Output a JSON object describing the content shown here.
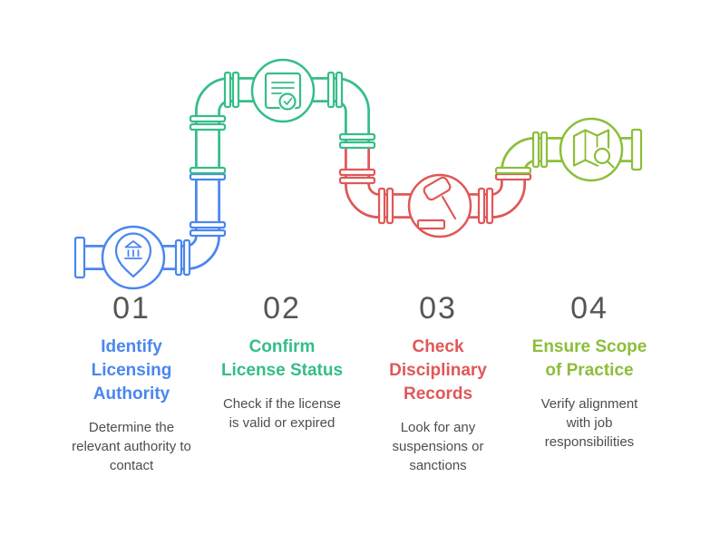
{
  "infographic": {
    "background_color": "#ffffff",
    "number_color": "#555555",
    "description_color": "#4d4d4d",
    "steps": [
      {
        "number": "01",
        "title": "Identify\nLicensing\nAuthority",
        "description": "Determine the\nrelevant authority to\ncontact",
        "color": "#4a86f0",
        "icon": "bank-location-icon"
      },
      {
        "number": "02",
        "title": "Confirm\nLicense Status",
        "description": "Check if the license\nis valid or expired",
        "color": "#34be87",
        "icon": "document-check-icon"
      },
      {
        "number": "03",
        "title": "Check\nDisciplinary\nRecords",
        "description": "Look for any\nsuspensions or\nsanctions",
        "color": "#e15757",
        "icon": "gavel-icon"
      },
      {
        "number": "04",
        "title": "Ensure Scope\nof Practice",
        "description": "Verify alignment\nwith job\nresponsibilities",
        "color": "#8cbe3a",
        "icon": "map-search-icon"
      }
    ]
  }
}
